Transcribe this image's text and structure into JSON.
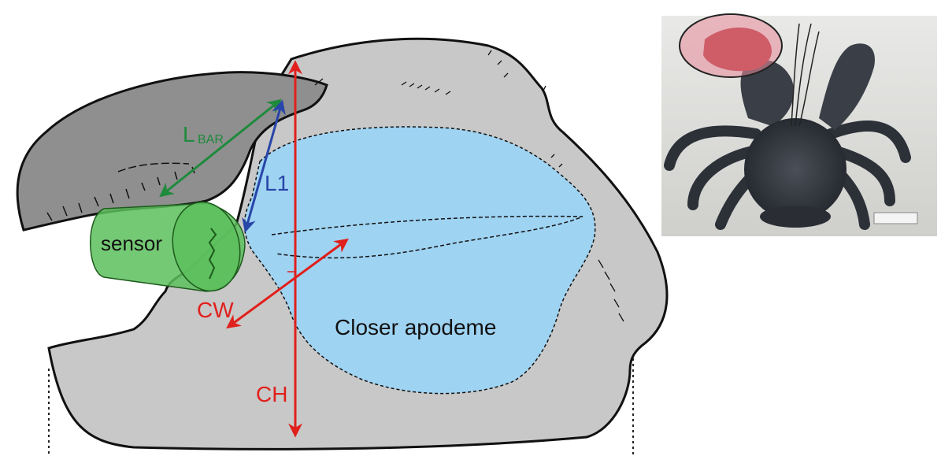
{
  "labels": {
    "sensor": "sensor",
    "lbar_main": "L",
    "lbar_sub": "BAR",
    "l1": "L1",
    "cw": "CW",
    "ch": "CH",
    "apodeme": "Closer apodeme"
  },
  "colors": {
    "claw_gray": "#c8c8c8",
    "dactyl_gray": "#8f8f8f",
    "apodeme_blue": "#9fd3f2",
    "sensor_green": "#5cbf5c",
    "lbar_green": "#1e8a3c",
    "l1_blue": "#2845a8",
    "measure_red": "#e0201c"
  },
  "icons": {
    "photo": "coconut-crab-photo",
    "highlight": "claw-highlight-ellipse"
  }
}
